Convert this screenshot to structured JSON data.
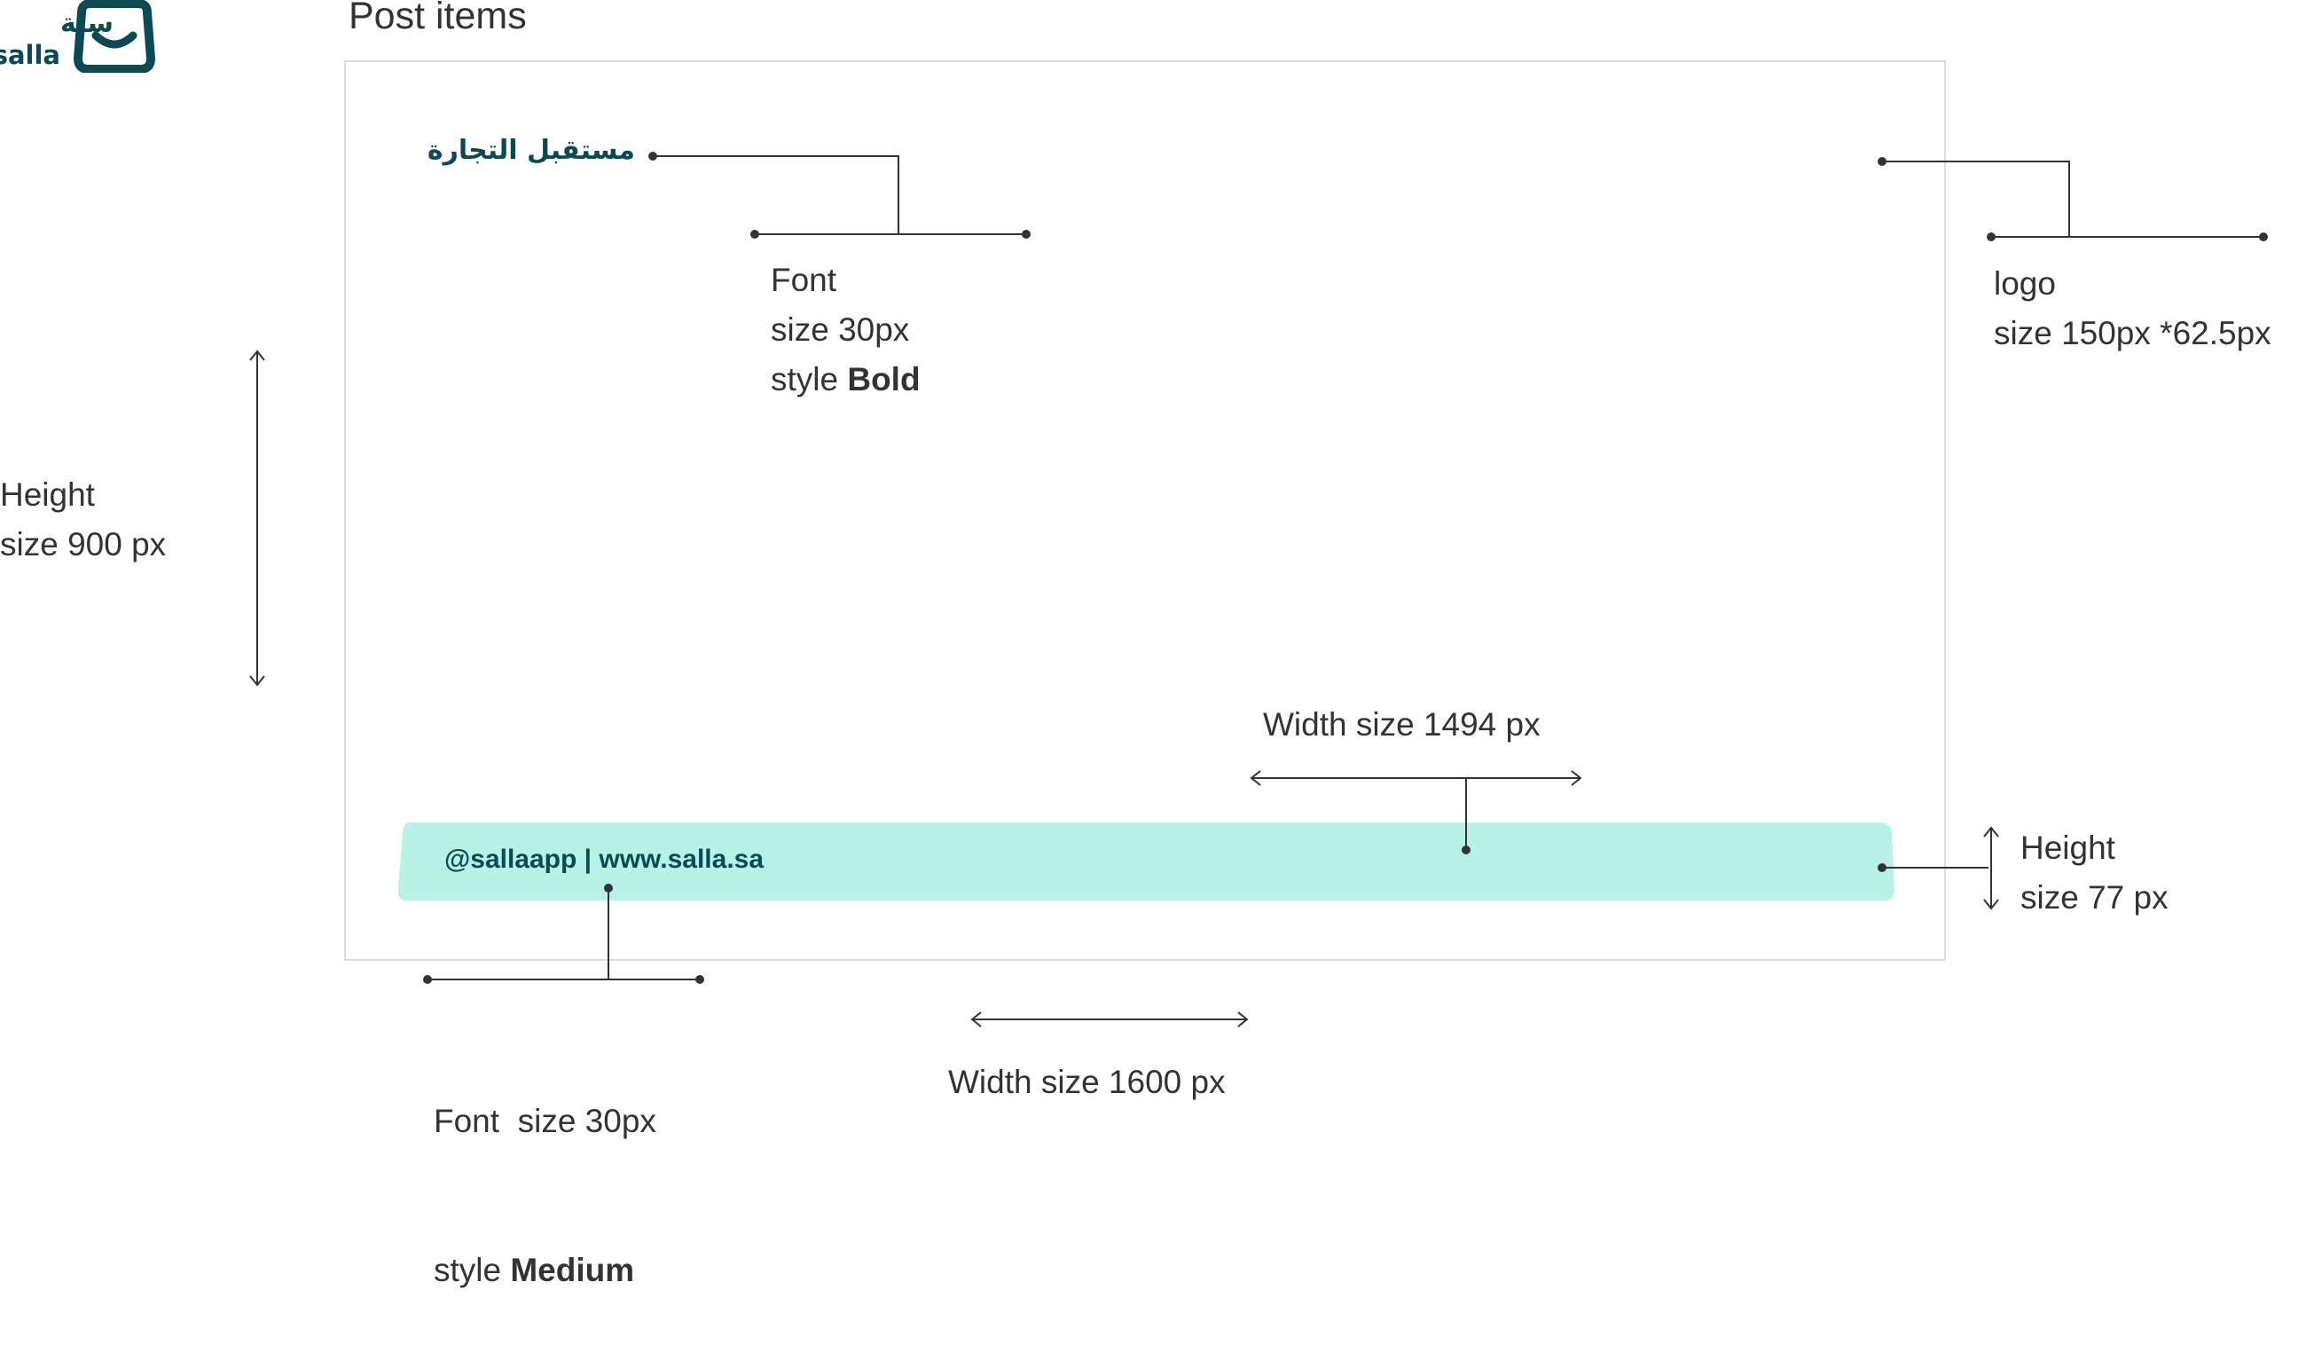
{
  "title": "Post items",
  "post": {
    "headline_arabic": "مستقبل التجارة",
    "logo": {
      "arabic": "سلة",
      "latin": "salla",
      "icon": "salla-bag-smile-icon"
    },
    "footer_bar_text": "@sallaapp | www.salla.sa"
  },
  "annotations": {
    "headline_font": {
      "line1": "Font",
      "line2": "size 30px",
      "line3_prefix": "style ",
      "line3_bold": "Bold"
    },
    "logo": {
      "line1": "logo",
      "line2": "size 150px *62.5px"
    },
    "height": {
      "line1": "Height",
      "line2": "size 900 px"
    },
    "bar_width": "Width size 1494 px",
    "bar_height": {
      "line1": "Height",
      "line2": "size 77 px"
    },
    "footer_font": {
      "line1": "Font  size 30px",
      "line2_prefix": "style ",
      "line2_bold": "Medium"
    },
    "width": "Width size 1600 px"
  },
  "colors": {
    "brand_dark": "#0b4a55",
    "bar_fill": "#b8f2e4",
    "frame_border": "#dcdcdc",
    "annotation": "#333333"
  }
}
